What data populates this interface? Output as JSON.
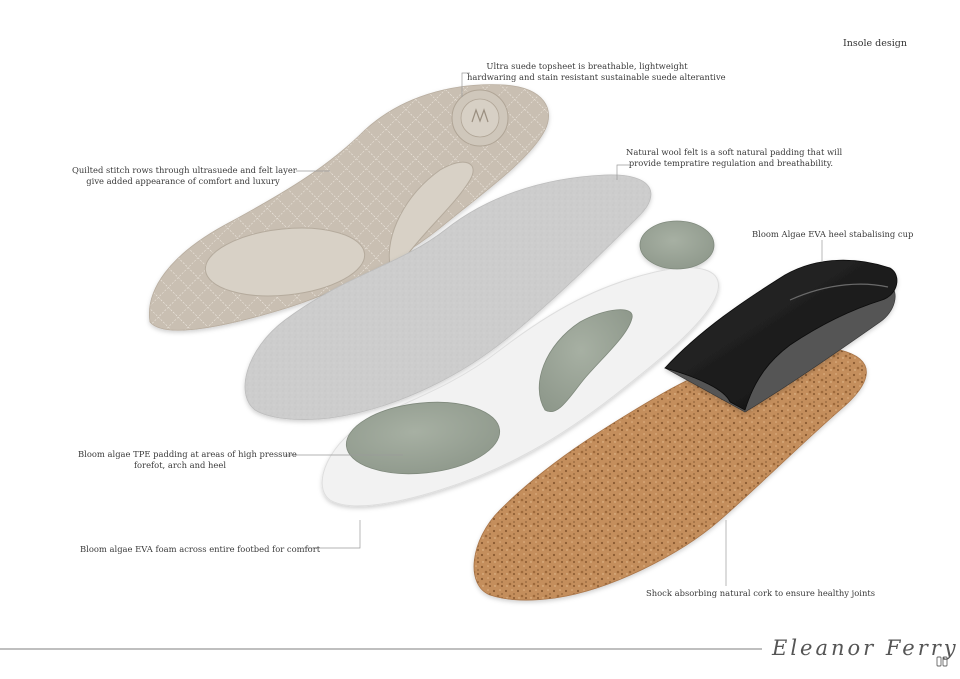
{
  "page": {
    "title": "Insole design",
    "signature": "Eleanor Ferry",
    "monogram_icon": "ef-monogram-icon"
  },
  "colors": {
    "topsheet": "#c9bfb2",
    "topsheet_pad": "#d6cfc4",
    "wool_felt": "#cfcfcf",
    "eva_foam": "#f2f2f2",
    "tpe_padding": "#9ba597",
    "heel_cup": "#1f1f1f",
    "cork": "#c48e5c",
    "leader_line": "#9a9a9a"
  },
  "annotations": {
    "topsheet": [
      "Ultra suede  topsheet is breathable, lightweight",
      "hardwaring and stain resistant sustainable suede alterantive"
    ],
    "quilted": [
      "Quilted stitch rows through ultrasuede and felt layer",
      "give added appearance of comfort and luxury"
    ],
    "wool_felt": [
      "Natural wool felt is a soft natural padding that will",
      "provide tempratire regulation and breathability."
    ],
    "heel_cup": [
      "Bloom Algae EVA heel stabalising cup"
    ],
    "tpe_padding": [
      "Bloom algae TPE padding at areas of high pressure",
      "forefot, arch and heel"
    ],
    "eva_foam": [
      "Bloom algae EVA foam across entire footbed for comfort"
    ],
    "cork": [
      "Shock absorbing natural cork to ensure healthy joints"
    ]
  },
  "logo_badge": {
    "icon": "brand-logo-badge-icon"
  }
}
